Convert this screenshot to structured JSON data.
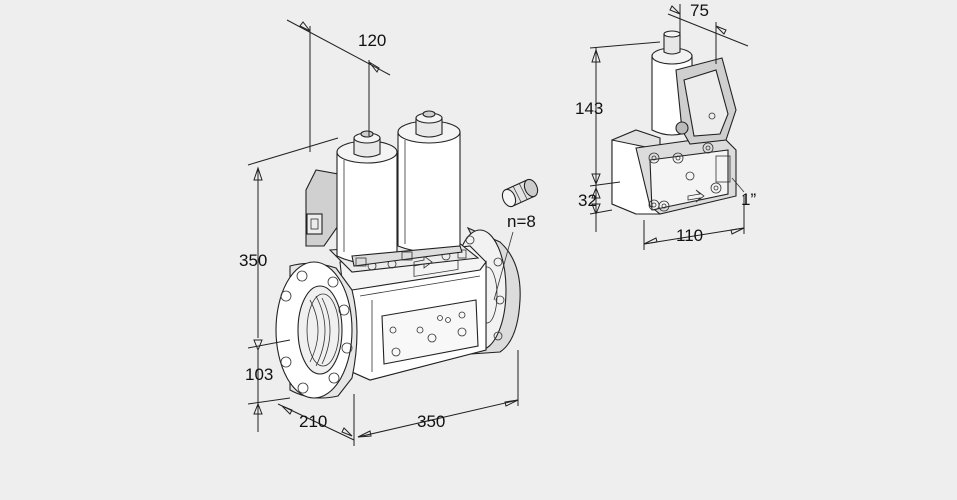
{
  "dimensions": {
    "valve_top_width": "120",
    "valve_height_total": "350",
    "valve_axis_height": "103",
    "valve_depth": "210",
    "valve_length": "350",
    "screws_count": "n=8",
    "pilot_width": "75",
    "pilot_height_upper": "143",
    "pilot_height_lower": "32",
    "pilot_length": "110",
    "pilot_thread": "1”"
  },
  "colors": {
    "background": "#eeeeee",
    "line": "#222222",
    "body_fill": "#ffffff",
    "shade_light": "#e4e4e4",
    "shade_mid": "#c8c8c8",
    "shade_dark": "#8a8a8a"
  }
}
